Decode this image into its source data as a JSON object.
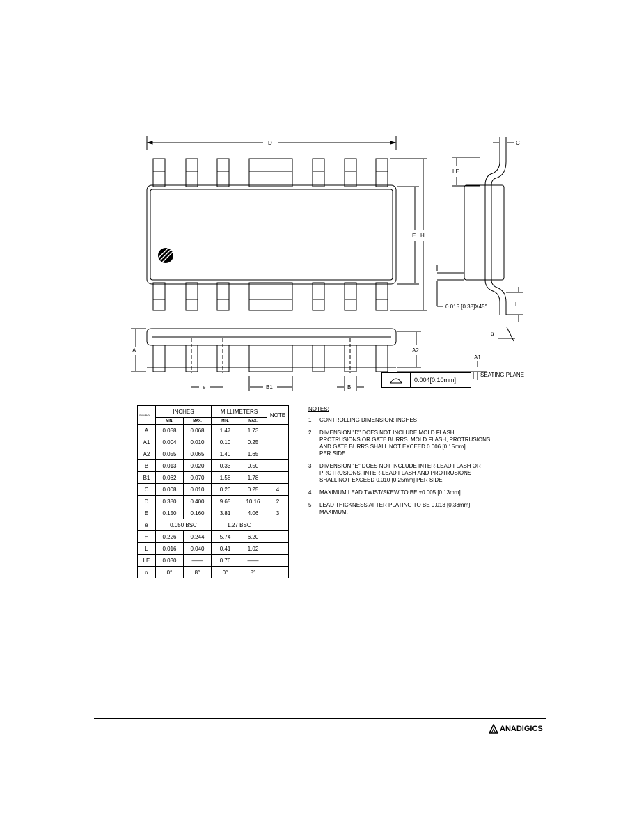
{
  "drawing": {
    "labels": {
      "D": "D",
      "E": "E",
      "H": "H",
      "C": "C",
      "LE": "LE",
      "L": "L",
      "alpha": "α",
      "A": "A",
      "A2": "A2",
      "A1": "A1",
      "e": "e",
      "B1": "B1",
      "B": "B",
      "chamfer": "0.015 [0.38]X45°",
      "seating_plane": "SEATING PLANE",
      "flatness_value": "0.004[0.10mm]"
    }
  },
  "table": {
    "corner": [
      "SYMBOL"
    ],
    "group_inches": "INCHES",
    "group_mm": "MILLIMETERS",
    "note_header": "NOTE",
    "sub_headers": [
      "MIN.",
      "MAX.",
      "MIN.",
      "MAX."
    ],
    "rows": [
      {
        "sym": "A",
        "in_min": "0.058",
        "in_max": "0.068",
        "mm_min": "1.47",
        "mm_max": "1.73",
        "note": ""
      },
      {
        "sym": "A1",
        "in_min": "0.004",
        "in_max": "0.010",
        "mm_min": "0.10",
        "mm_max": "0.25",
        "note": ""
      },
      {
        "sym": "A2",
        "in_min": "0.055",
        "in_max": "0.065",
        "mm_min": "1.40",
        "mm_max": "1.65",
        "note": ""
      },
      {
        "sym": "B",
        "in_min": "0.013",
        "in_max": "0.020",
        "mm_min": "0.33",
        "mm_max": "0.50",
        "note": ""
      },
      {
        "sym": "B1",
        "in_min": "0.062",
        "in_max": "0.070",
        "mm_min": "1.58",
        "mm_max": "1.78",
        "note": ""
      },
      {
        "sym": "C",
        "in_min": "0.008",
        "in_max": "0.010",
        "mm_min": "0.20",
        "mm_max": "0.25",
        "note": "4"
      },
      {
        "sym": "D",
        "in_min": "0.380",
        "in_max": "0.400",
        "mm_min": "9.65",
        "mm_max": "10.16",
        "note": "2"
      },
      {
        "sym": "E",
        "in_min": "0.150",
        "in_max": "0.160",
        "mm_min": "3.81",
        "mm_max": "4.06",
        "note": "3"
      },
      {
        "sym": "e",
        "in_span": "0.050 BSC",
        "mm_span": "1.27 BSC",
        "note": ""
      },
      {
        "sym": "H",
        "in_min": "0.226",
        "in_max": "0.244",
        "mm_min": "5.74",
        "mm_max": "6.20",
        "note": ""
      },
      {
        "sym": "L",
        "in_min": "0.016",
        "in_max": "0.040",
        "mm_min": "0.41",
        "mm_max": "1.02",
        "note": ""
      },
      {
        "sym": "LE",
        "in_min": "0.030",
        "in_max": "——",
        "mm_min": "0.76",
        "mm_max": "——",
        "note": ""
      },
      {
        "sym": "α",
        "in_min": "0°",
        "in_max": "8°",
        "mm_min": "0°",
        "mm_max": "8°",
        "note": ""
      }
    ]
  },
  "notes": {
    "title": "NOTES:",
    "items": [
      {
        "num": "1",
        "text": "CONTROLLING DIMENSION: INCHES"
      },
      {
        "num": "2",
        "text": "DIMENSION \"D\" DOES NOT INCLUDE MOLD FLASH,\nPROTRUSIONS OR GATE BURRS.  MOLD FLASH, PROTRUSIONS\nAND GATE BURRS SHALL NOT EXCEED 0.006 [0.15mm]\nPER SIDE."
      },
      {
        "num": "3",
        "text": "DIMENSION \"E\" DOES NOT INCLUDE INTER-LEAD FLASH OR\nPROTRUSIONS. INTER-LEAD FLASH AND PROTRUSIONS\nSHALL NOT EXCEED 0.010 [0.25mm] PER SIDE."
      },
      {
        "num": "4",
        "text": "MAXIMUM LEAD TWIST/SKEW TO BE ±0.005 [0.13mm]."
      },
      {
        "num": "5",
        "text": "LEAD THICKNESS AFTER PLATING TO BE 0.013 [0.33mm]\nMAXIMUM."
      }
    ]
  },
  "footer": {
    "brand": "ANADIGICS"
  }
}
